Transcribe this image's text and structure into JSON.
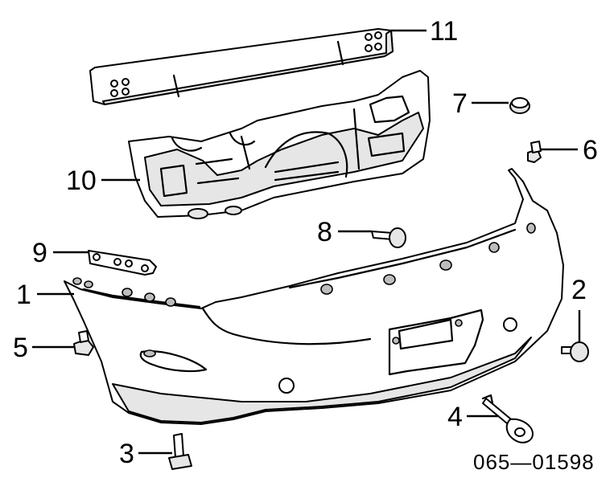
{
  "diagram": {
    "callouts": {
      "c1": "1",
      "c2": "2",
      "c3": "3",
      "c4": "4",
      "c5": "5",
      "c6": "6",
      "c7": "7",
      "c8": "8",
      "c9": "9",
      "c10": "10",
      "c11": "11"
    },
    "part_code": "065—01598"
  }
}
